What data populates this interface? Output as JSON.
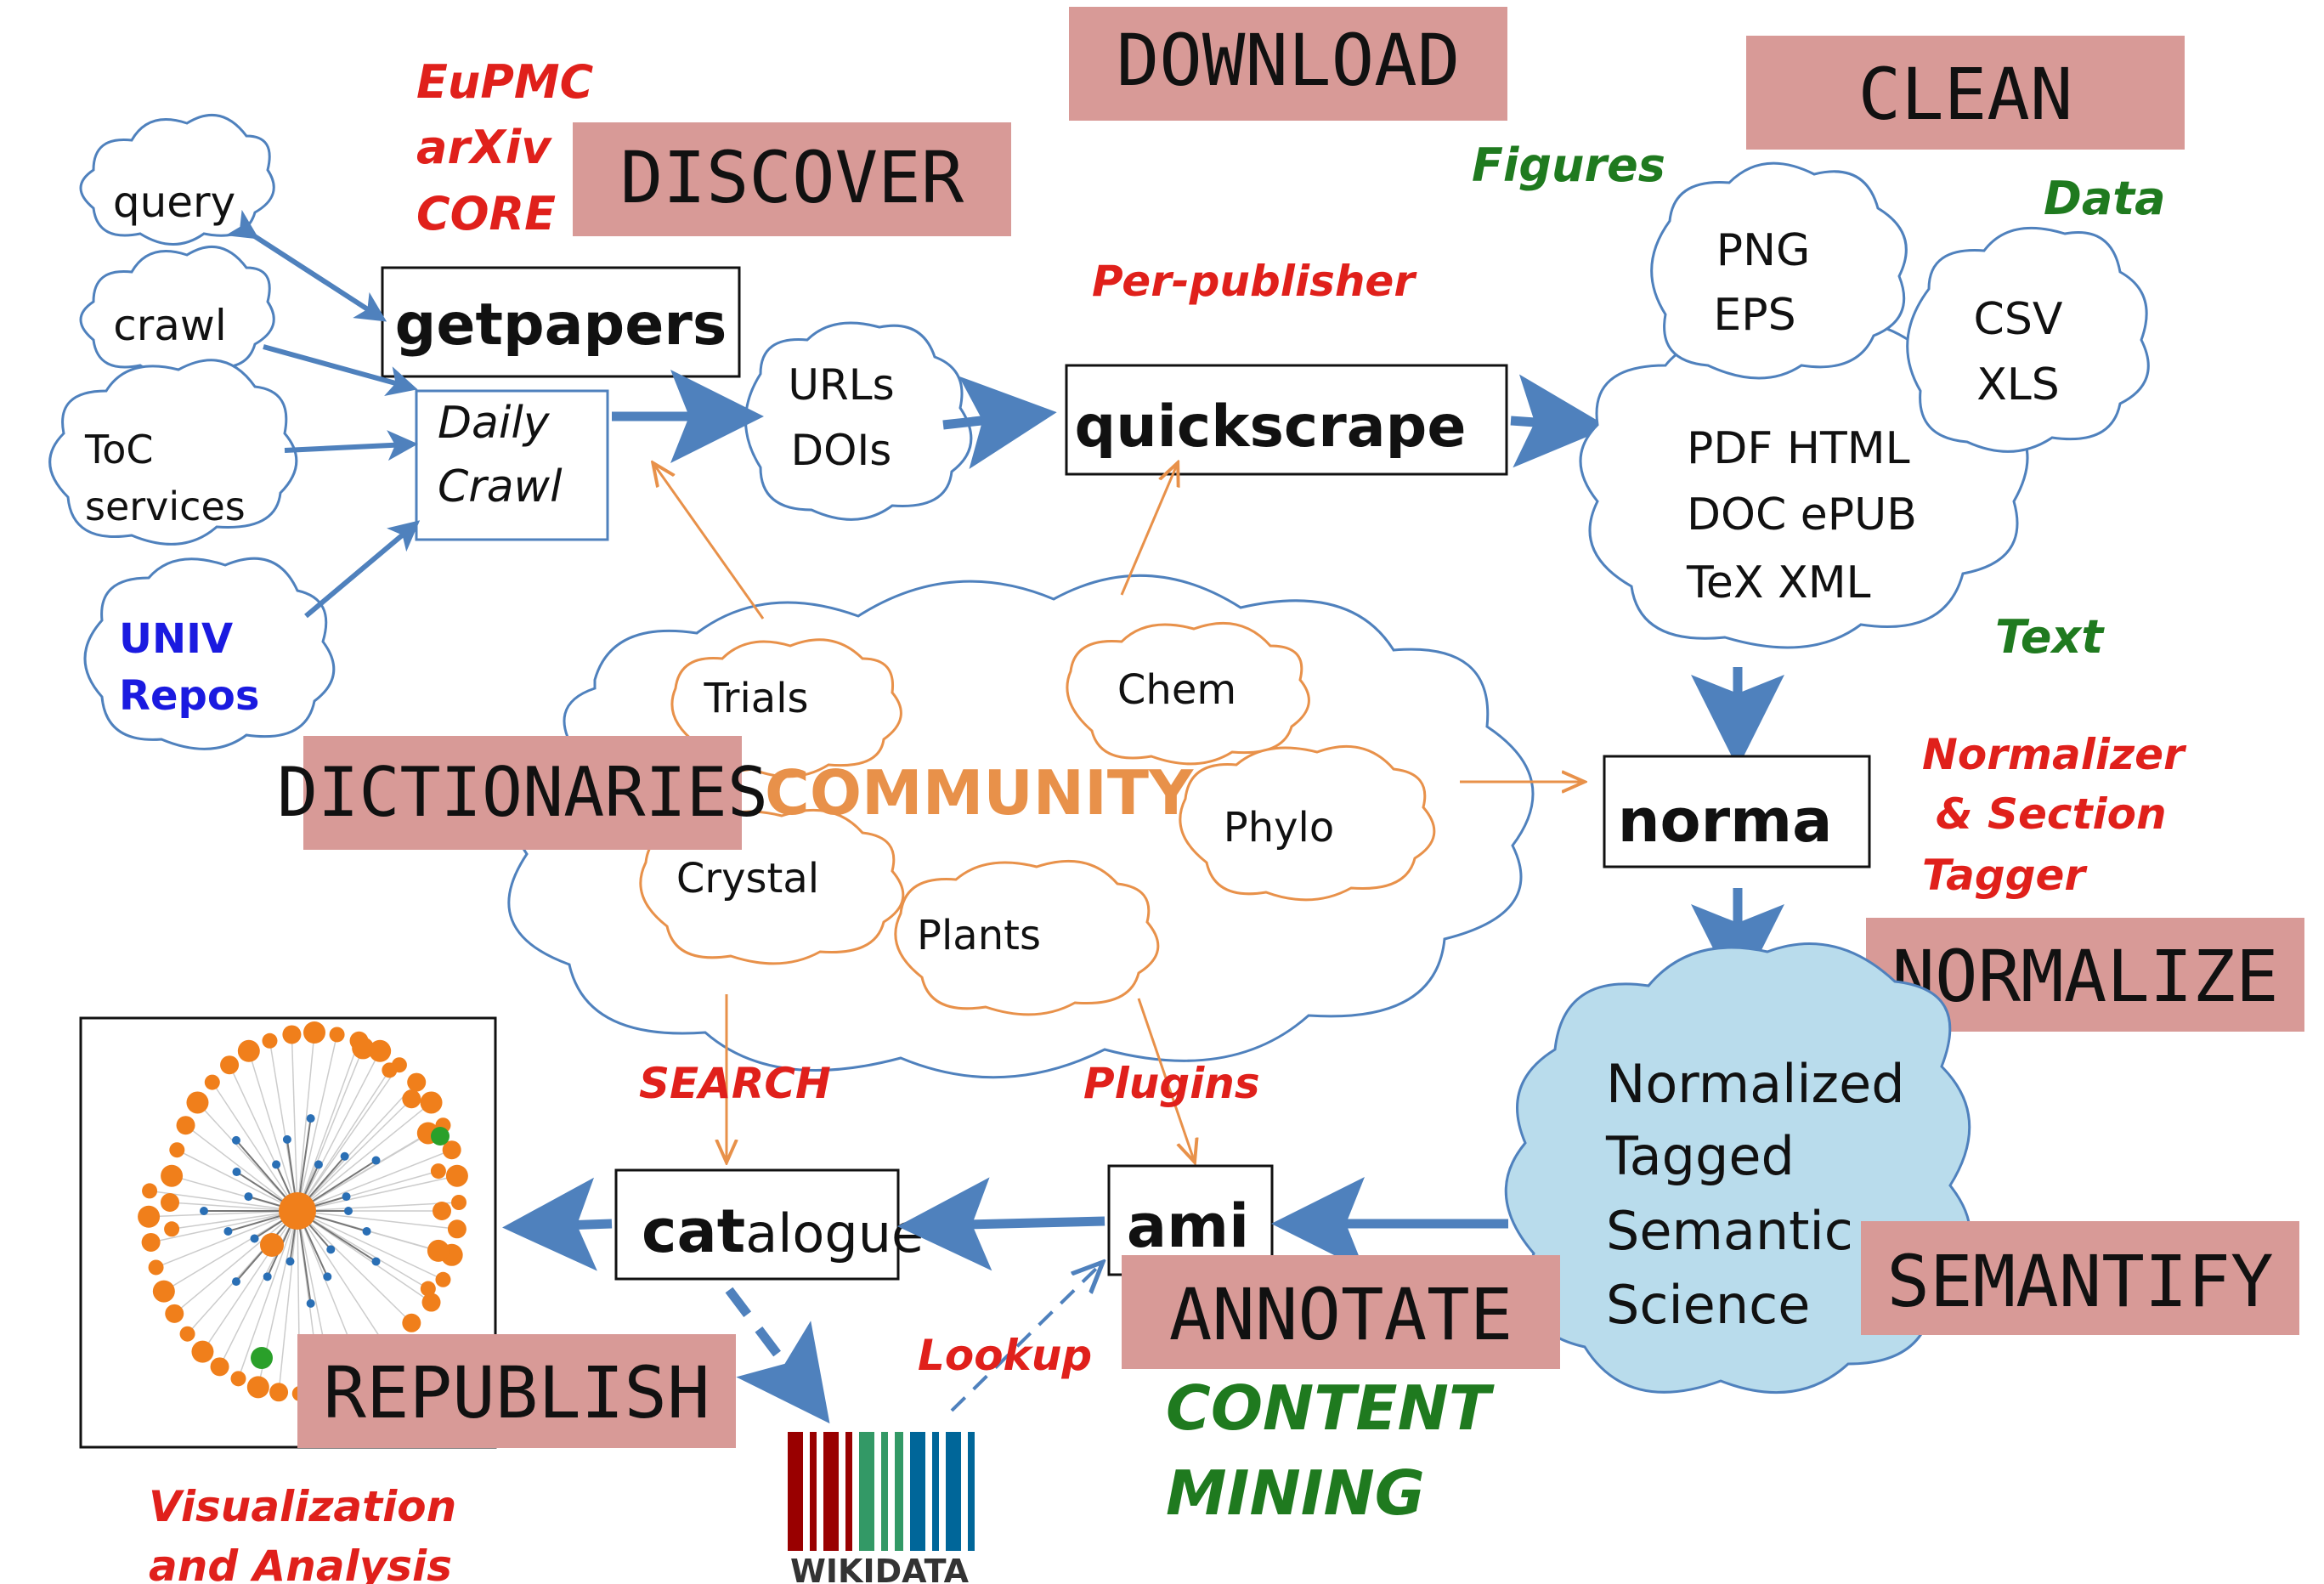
{
  "stages": {
    "discover": "DISCOVER",
    "download": "DOWNLOAD",
    "clean": "CLEAN",
    "dictionaries": "DICTIONARIES",
    "normalize": "NORMALIZE",
    "semantify": "SEMANTIFY",
    "annotate": "ANNOTATE",
    "republish": "REPUBLISH"
  },
  "sources": {
    "eupmc": "EuPMC",
    "arxiv": "arXiv",
    "core": "CORE"
  },
  "inputs": {
    "query": "query",
    "crawl": "crawl",
    "toc1": "ToC",
    "toc2": "services",
    "univ1": "UNIV",
    "univ2": "Repos"
  },
  "tools": {
    "getpapers": "getpapers",
    "daily1": "Daily",
    "daily2": "Crawl",
    "quickscrape": "quickscrape",
    "norma": "norma",
    "ami": "ami",
    "catalogue_bold": "cat",
    "catalogue_rest": "alogue"
  },
  "urls": {
    "line1": "URLs",
    "line2": "DOIs"
  },
  "labels": {
    "per_publisher": "Per-publisher",
    "figures": "Figures",
    "data": "Data",
    "text": "Text",
    "normalizer1": "Normalizer",
    "normalizer2": "& Section",
    "normalizer3": "Tagger",
    "search": "SEARCH",
    "plugins": "Plugins",
    "lookup": "Lookup",
    "content": "CONTENT",
    "mining": "MINING",
    "vis1": "Visualization",
    "vis2": "and Analysis"
  },
  "formats": {
    "png": "PNG",
    "eps": "EPS",
    "csv": "CSV",
    "xls": "XLS",
    "doc1": "PDF HTML",
    "doc2": "DOC ePUB",
    "doc3": "TeX XML"
  },
  "normalized": {
    "line1": "Normalized",
    "line2": "Tagged",
    "line3": "Semantic",
    "line4": "Science"
  },
  "community": {
    "title": "COMMUNITY",
    "trials": "Trials",
    "chem": "Chem",
    "phylo": "Phylo",
    "crystal": "Crystal",
    "plants": "Plants"
  },
  "wikidata": "WIKIDATA",
  "colors": {
    "stage_fill": "#d89a97",
    "arrow_blue": "#4f81bd",
    "community_orange": "#e8914a",
    "label_red": "#e0201b",
    "label_green": "#1f7a1f",
    "univ_blue": "#1a1ae0",
    "normalized_fill": "#b9dcec",
    "graph_orange": "#f07f1b",
    "graph_blue": "#2a6fb5",
    "graph_green": "#2aa02a"
  }
}
